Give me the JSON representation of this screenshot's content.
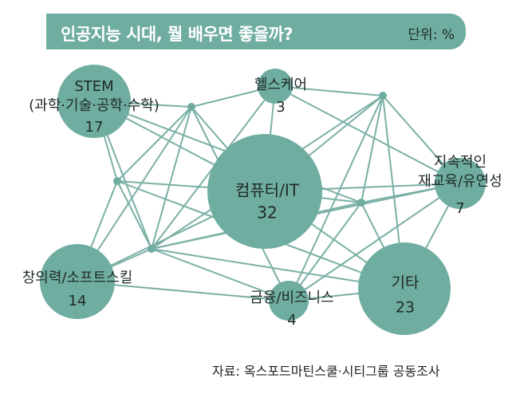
{
  "header": {
    "title": "인공지능 시대, 뭘 배우면 좋을까?",
    "unit": "단위: %"
  },
  "source": "자료: 옥스포드마틴스쿨·시티그룹 공동조사",
  "colors": {
    "bubble": "#6fada0",
    "line": "#7ab0a5",
    "header": "#6fada0",
    "text": "#1f2a28"
  },
  "chart_data": {
    "type": "bubble-network",
    "title": "인공지능 시대, 뭘 배우면 좋을까?",
    "unit": "%",
    "nodes": [
      {
        "label_lines": [
          "STEM",
          "(과학·기술·공학·수학)"
        ],
        "value": 17
      },
      {
        "label_lines": [
          "헬스케어"
        ],
        "value": 3
      },
      {
        "label_lines": [
          "지속적인",
          "재교육/유연성"
        ],
        "value": 7
      },
      {
        "label_lines": [
          "컴퓨터/IT"
        ],
        "value": 32
      },
      {
        "label_lines": [
          "창의력/소프트스킬"
        ],
        "value": 14
      },
      {
        "label_lines": [
          "금융/비즈니스"
        ],
        "value": 4
      },
      {
        "label_lines": [
          "기타"
        ],
        "value": 23
      }
    ]
  }
}
